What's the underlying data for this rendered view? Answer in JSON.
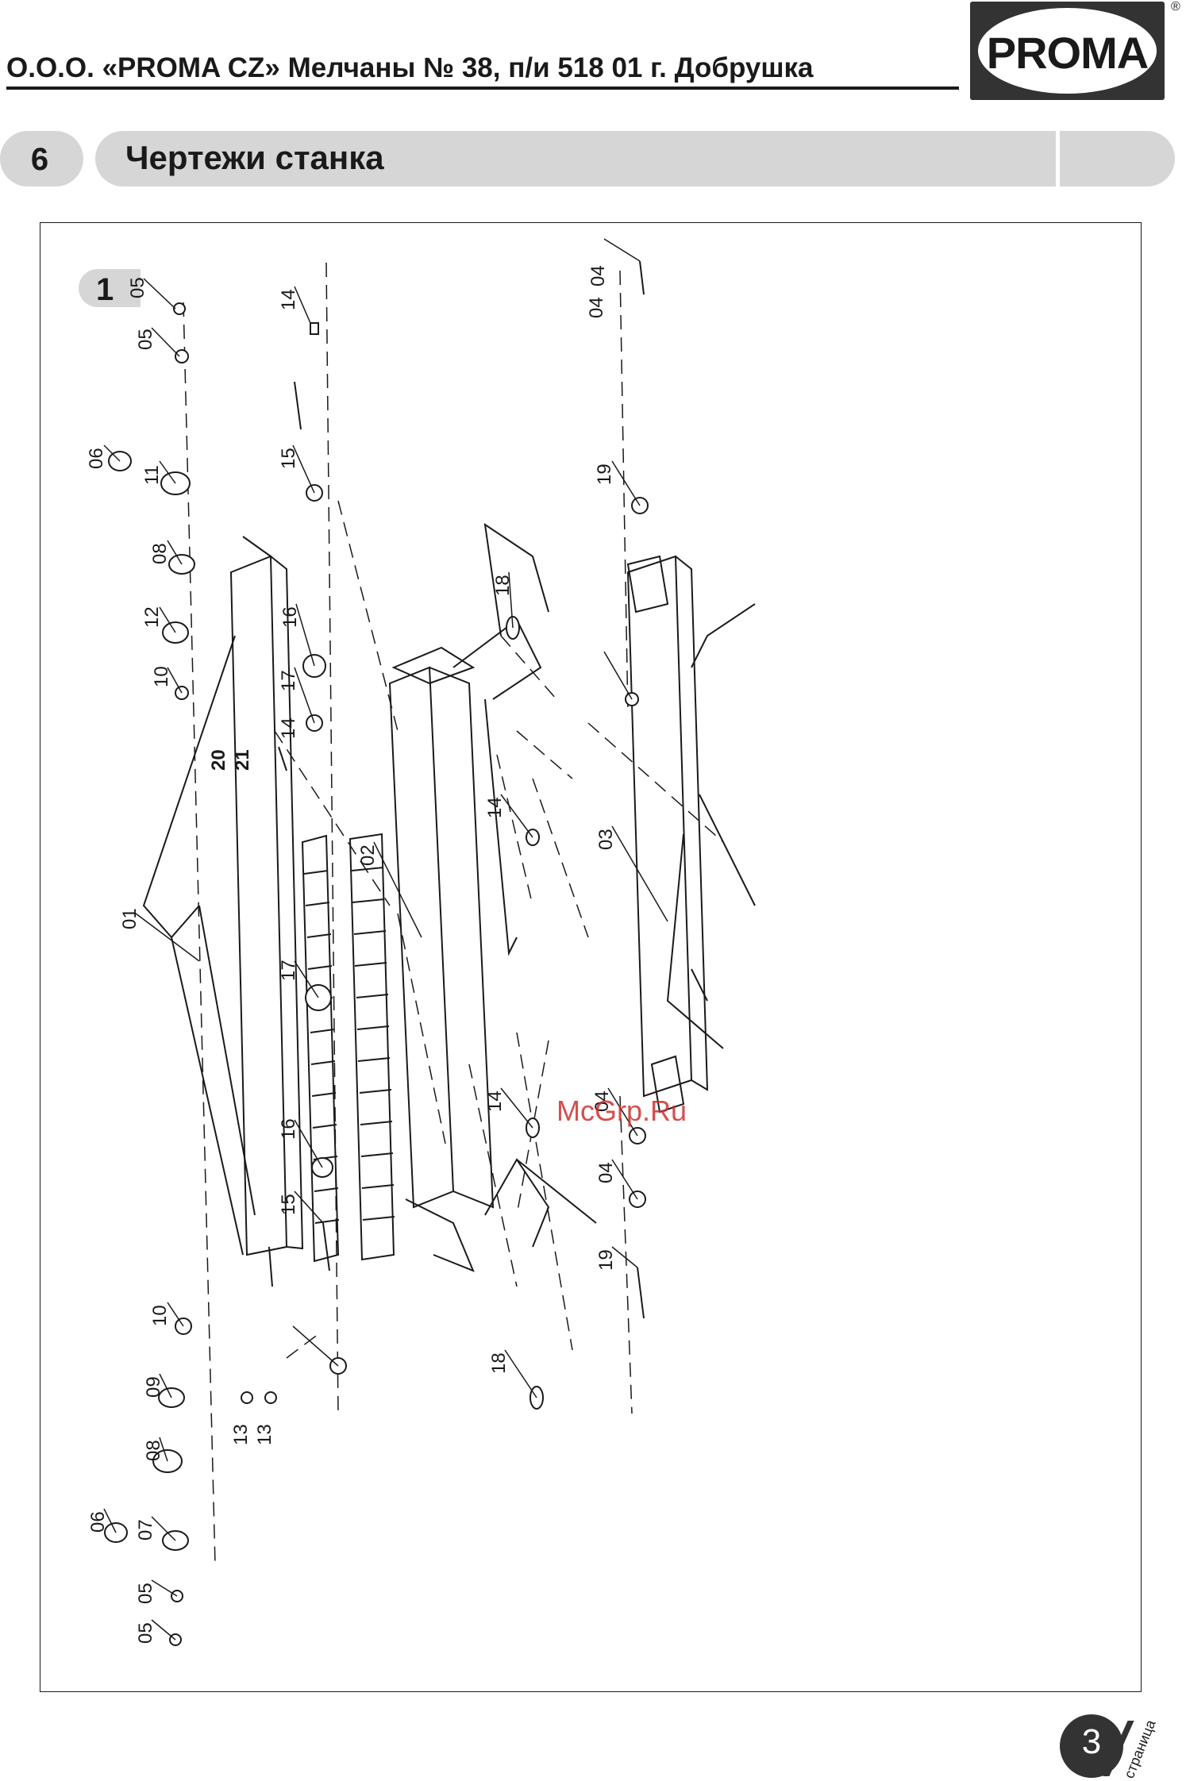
{
  "header": {
    "company_line": "О.О.О. «PROMA CZ» Мелчаны № 38, п/и 518 01 г. Добрушка"
  },
  "logo": {
    "text": "PROMA",
    "reg": "®"
  },
  "section": {
    "number": "6",
    "title": "Чертежи станка"
  },
  "figure": {
    "tab_number": "1",
    "watermark": "McGrp.Ru",
    "part_labels": [
      "05",
      "05",
      "06",
      "11",
      "08",
      "12",
      "10",
      "20",
      "21",
      "01",
      "14",
      "15",
      "16",
      "17",
      "14",
      "18",
      "02",
      "14",
      "17",
      "16",
      "15",
      "14",
      "18",
      "19",
      "04",
      "04",
      "03",
      "04",
      "04",
      "19",
      "10",
      "09",
      "08",
      "13",
      "13",
      "06",
      "07",
      "05",
      "05"
    ]
  },
  "footer": {
    "page_number": "3",
    "page_word": "страница"
  }
}
